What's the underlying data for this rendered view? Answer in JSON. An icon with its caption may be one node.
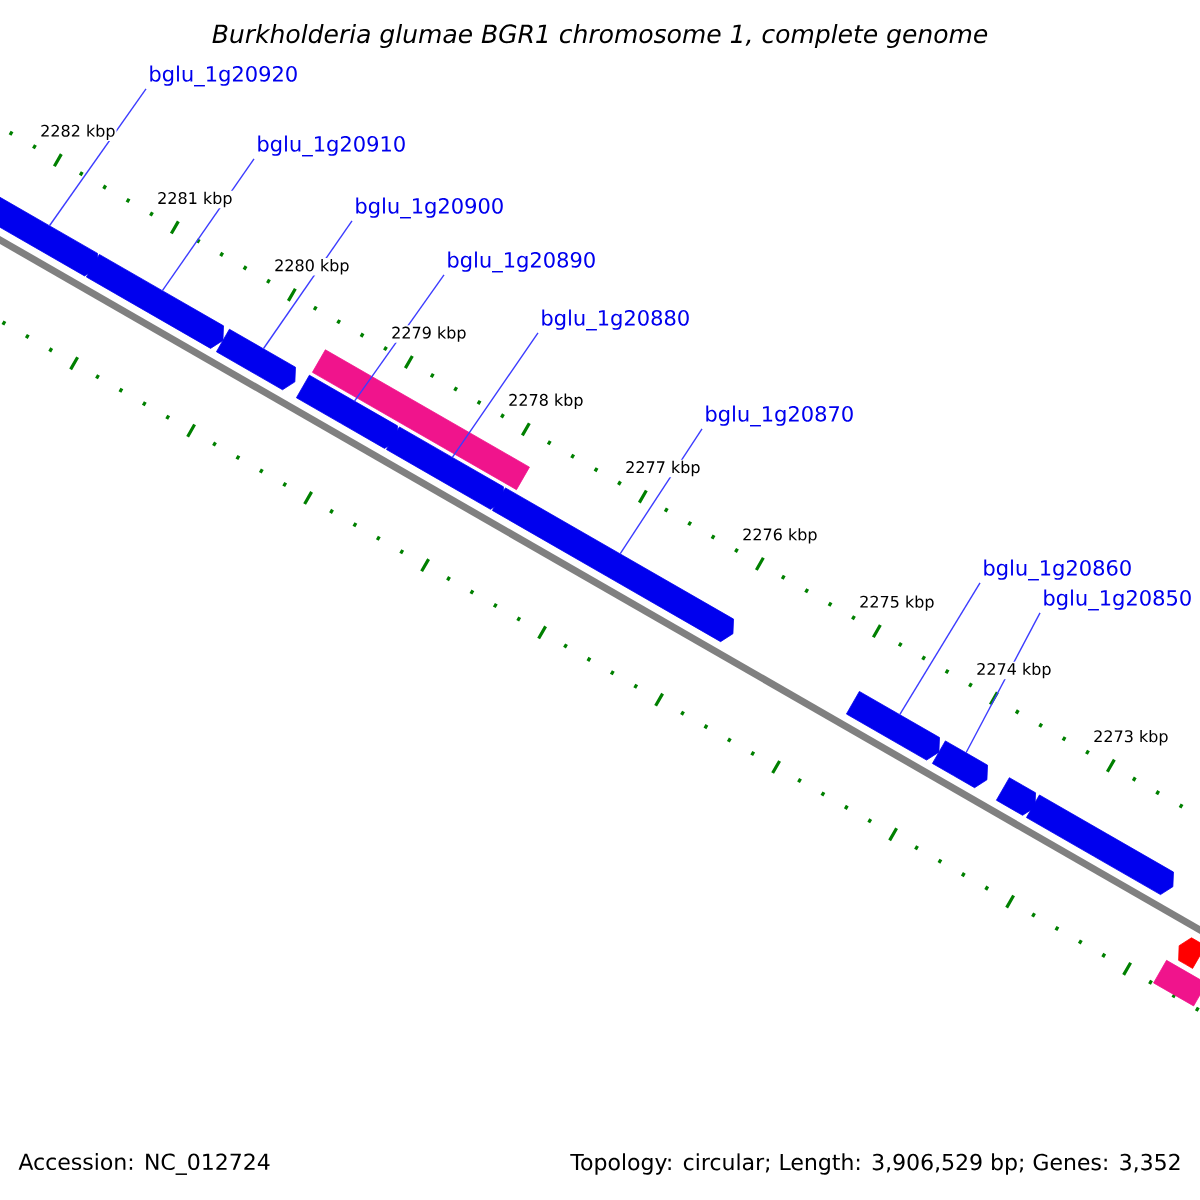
{
  "diagram": {
    "title": "Burkholderia glumae BGR1 chromosome 1, complete genome",
    "nodes": [
      {
        "text": [
          "bglu_1g20920"
        ]
      },
      {
        "text": [
          "bglu_1g20910"
        ]
      },
      {
        "text": [
          "bglu_1g20900"
        ]
      },
      {
        "text": [
          "bglu_1g20890"
        ]
      },
      {
        "text": [
          "bglu_1g20880"
        ]
      },
      {
        "text": [
          "bglu_1g20870"
        ]
      },
      {
        "text": [
          "bglu_1g20860"
        ]
      },
      {
        "text": [
          "bglu_1g20850"
        ]
      },
      {
        "text": [],
        "shape": "arrow"
      },
      {
        "text": [],
        "shape": "arrow"
      },
      {
        "text": [],
        "shape": "arrow"
      },
      {
        "text": [],
        "shape": "arrow"
      },
      {
        "text": [],
        "shape": "bar"
      },
      {
        "text": [],
        "shape": "arrow"
      },
      {
        "text": [],
        "shape": "arrow"
      },
      {
        "text": [],
        "shape": "arrow"
      },
      {
        "text": [],
        "shape": "arrow"
      },
      {
        "text": [],
        "shape": "arrow"
      },
      {
        "text": [],
        "shape": "arrow"
      },
      {
        "text": [],
        "shape": "arrow"
      },
      {
        "text": [],
        "shape": "bar"
      }
    ],
    "edges": [
      {
        "from": 0,
        "to": 8,
        "arrow": "none"
      },
      {
        "from": 1,
        "to": 9,
        "arrow": "none"
      },
      {
        "from": 2,
        "to": 10,
        "arrow": "none"
      },
      {
        "from": 3,
        "to": 11,
        "arrow": "none"
      },
      {
        "from": 4,
        "to": 13,
        "arrow": "none"
      },
      {
        "from": 5,
        "to": 14,
        "arrow": "none"
      },
      {
        "from": 6,
        "to": 15,
        "arrow": "none"
      },
      {
        "from": 7,
        "to": 16,
        "arrow": "none"
      }
    ],
    "labels": [
      "2282 kbp",
      "2281 kbp",
      "2280 kbp",
      "2279 kbp",
      "2278 kbp",
      "2277 kbp",
      "2276 kbp",
      "2275 kbp",
      "2274 kbp",
      "2273 kbp",
      "Accession: NC_012724",
      "Topology: circular; Length: 3,906,529 bp; Genes: 3,352"
    ]
  }
}
